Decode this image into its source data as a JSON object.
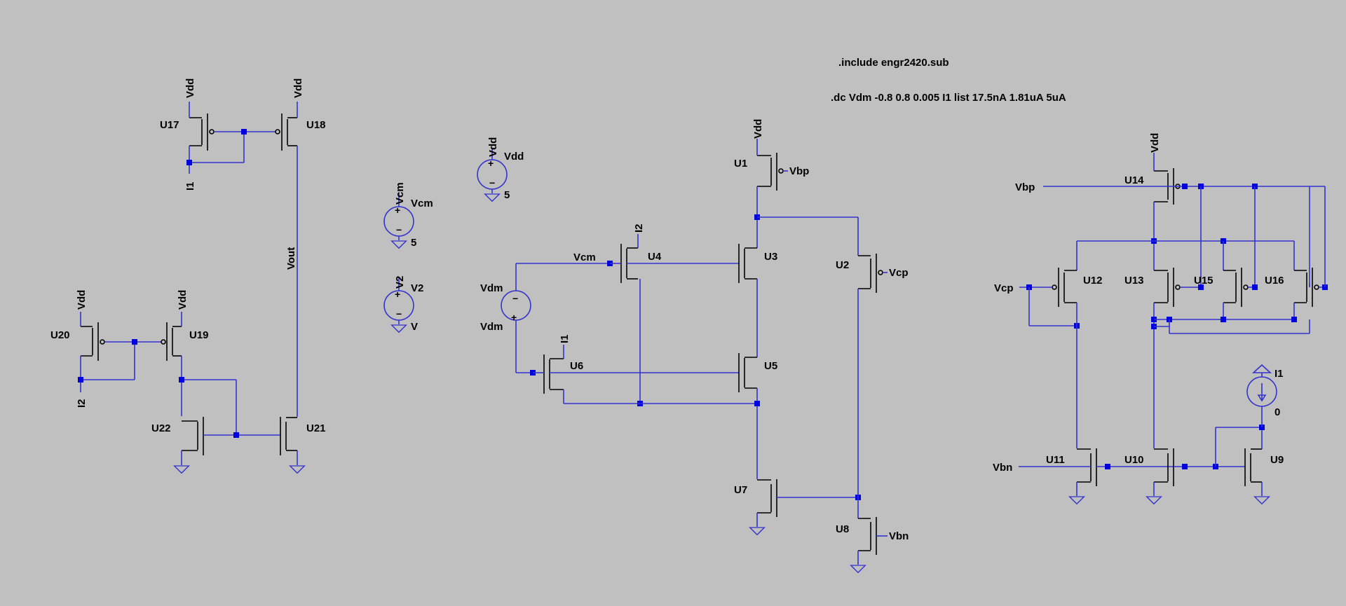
{
  "directives": {
    "include": ".include engr2420.sub",
    "dc": ".dc Vdm -0.8 0.8 0.005 I1 list 17.5nA 1.81uA 5uA"
  },
  "components": {
    "U1": "U1",
    "U2": "U2",
    "U3": "U3",
    "U4": "U4",
    "U5": "U5",
    "U6": "U6",
    "U7": "U7",
    "U8": "U8",
    "U9": "U9",
    "U10": "U10",
    "U11": "U11",
    "U12": "U12",
    "U13": "U13",
    "U14": "U14",
    "U15": "U15",
    "U16": "U16",
    "U17": "U17",
    "U18": "U18",
    "U19": "U19",
    "U20": "U20",
    "U21": "U21",
    "U22": "U22"
  },
  "sources": {
    "vdd_name": "Vdd",
    "vdd_value": "5",
    "vcm_name": "Vcm",
    "vcm_value": "5",
    "v2_name": "V2",
    "v2_value": "V",
    "vdm_name": "Vdm",
    "vdm_value": "Vdm",
    "i1_name": "I1",
    "i1_value": "0"
  },
  "nets": {
    "vdd": "Vdd",
    "i1": "I1",
    "i2": "I2",
    "vout": "Vout",
    "vbp": "Vbp",
    "vcp": "Vcp",
    "vbn": "Vbn",
    "vcm": "Vcm",
    "vcm_src": "Vcm",
    "v2_src": "V2",
    "vdd_src": "Vdd"
  },
  "colors": {
    "wire": "#3333cc",
    "junction": "#0000e0",
    "background": "#c0c0c0"
  }
}
